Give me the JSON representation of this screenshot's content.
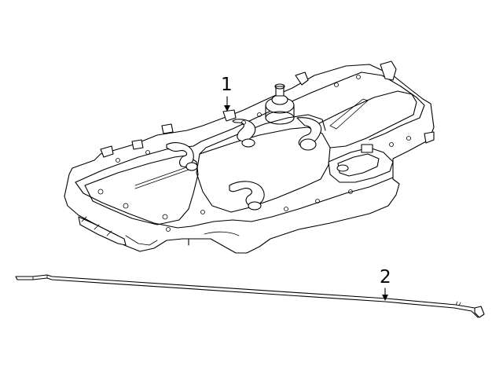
{
  "callouts": [
    {
      "label": "1",
      "part": "battery-assembly"
    },
    {
      "label": "2",
      "part": "cable"
    }
  ]
}
